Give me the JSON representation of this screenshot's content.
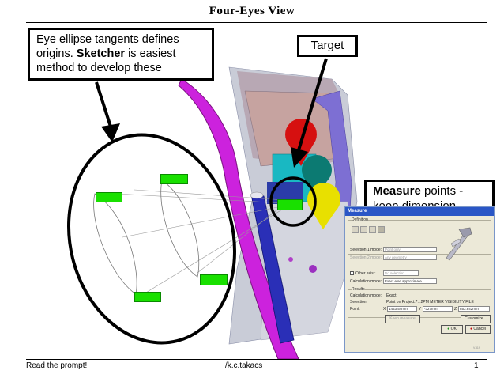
{
  "slide": {
    "title": "Four-Eyes View",
    "footer_left": "Read the prompt!",
    "footer_center": "/k.c.takacs",
    "page_number": "1"
  },
  "callouts": {
    "left_pre": "Eye ellipse tangents defines origins. ",
    "left_bold": "Sketcher",
    "left_post": " is easiest method to develop these",
    "target": "Target",
    "measure_bold": "Measure",
    "measure_post": " points - keep dimension"
  },
  "dialog": {
    "title": "Measure",
    "definition_label": "Definition",
    "selection1_label": "Selection 1 mode:",
    "selection1_value": "Point only",
    "selection2_label": "Selection 2 mode:",
    "selection2_value": "Any geometry",
    "other_axis_label": "Other axis :",
    "other_axis_value": "No selection",
    "calc_mode_label": "Calculation mode:",
    "calc_mode_value": "Exact else approximate",
    "results_label": "Results",
    "res_calc_label": "Calculation mode:",
    "res_calc_value": "Exact",
    "res_selection_label": "Selection:",
    "res_selection_value": "Point on Project.7...2PM METER VISIBILITY FILE",
    "res_point_label": "Point:",
    "point_x": "1463.54mm",
    "point_y": "-327mm",
    "point_z": "853.842mm",
    "keep_button": "Keep measure",
    "customize_button": "Customize...",
    "ok_button": "OK",
    "cancel_button": "Cancel",
    "corner_code": "V.519"
  },
  "colors": {
    "magenta": "#cc22dd",
    "red_ball": "#d61010",
    "teal_ball": "#0c7a72",
    "yellow_ball": "#e8e000",
    "tag_green": "#19e000",
    "dialog_title": "#2a56c6"
  }
}
